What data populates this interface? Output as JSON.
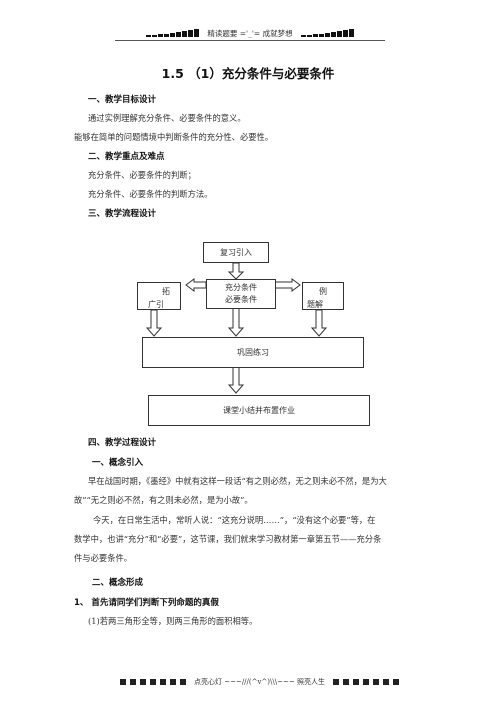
{
  "header": {
    "text": "精读题要 ='_'= 成就梦想"
  },
  "title": "1.5 （1）充分条件与必要条件",
  "sections": {
    "s1": {
      "heading": "一、教学目标设计",
      "lines": [
        "通过实例理解充分条件、必要条件的意义。",
        "能够在简单的问题情境中判断条件的充分性、必要性。"
      ]
    },
    "s2": {
      "heading": "二、教学重点及难点",
      "lines": [
        "充分条件、必要条件的判断；",
        "充分条件、必要条件的判断方法。"
      ]
    },
    "s3": {
      "heading": "三、教学流程设计"
    },
    "s4": {
      "heading": "四、教学过程设计"
    }
  },
  "flow": {
    "review": "复习引入",
    "center_line1": "充分条件",
    "center_line2": "必要条件",
    "left": [
      "拓",
      "广引"
    ],
    "right": [
      "例",
      "题解"
    ],
    "practice": "巩固练习",
    "summary": "课堂小结并布置作业"
  },
  "process": {
    "sub1": "一、概念引入",
    "para1_l1": "早在战国时期，《墨经》中就有这样一段话“有之则必然，无之则未必不然，是为大",
    "para1_l2": "故”“无之则必不然，有之则未必然，是为小故”。",
    "para2_l1": "今天，在日常生活中，常听人说：“这充分说明……”，“没有这个必要”等，在",
    "para2_l2": "数学中，也讲“充分”和“必要”，这节课，我们就来学习教材第一章第五节——充分条",
    "para2_l3": "件与必要条件。",
    "sub2": "二、概念形成",
    "q1": "1、 首先请同学们判断下列命题的真假",
    "q1_item": "(1)若两三角形全等，则两三角形的面积相等。"
  },
  "footer": {
    "text": "点亮心灯 ~~~///(^v^)\\\\\\~~~ 照亮人生"
  }
}
